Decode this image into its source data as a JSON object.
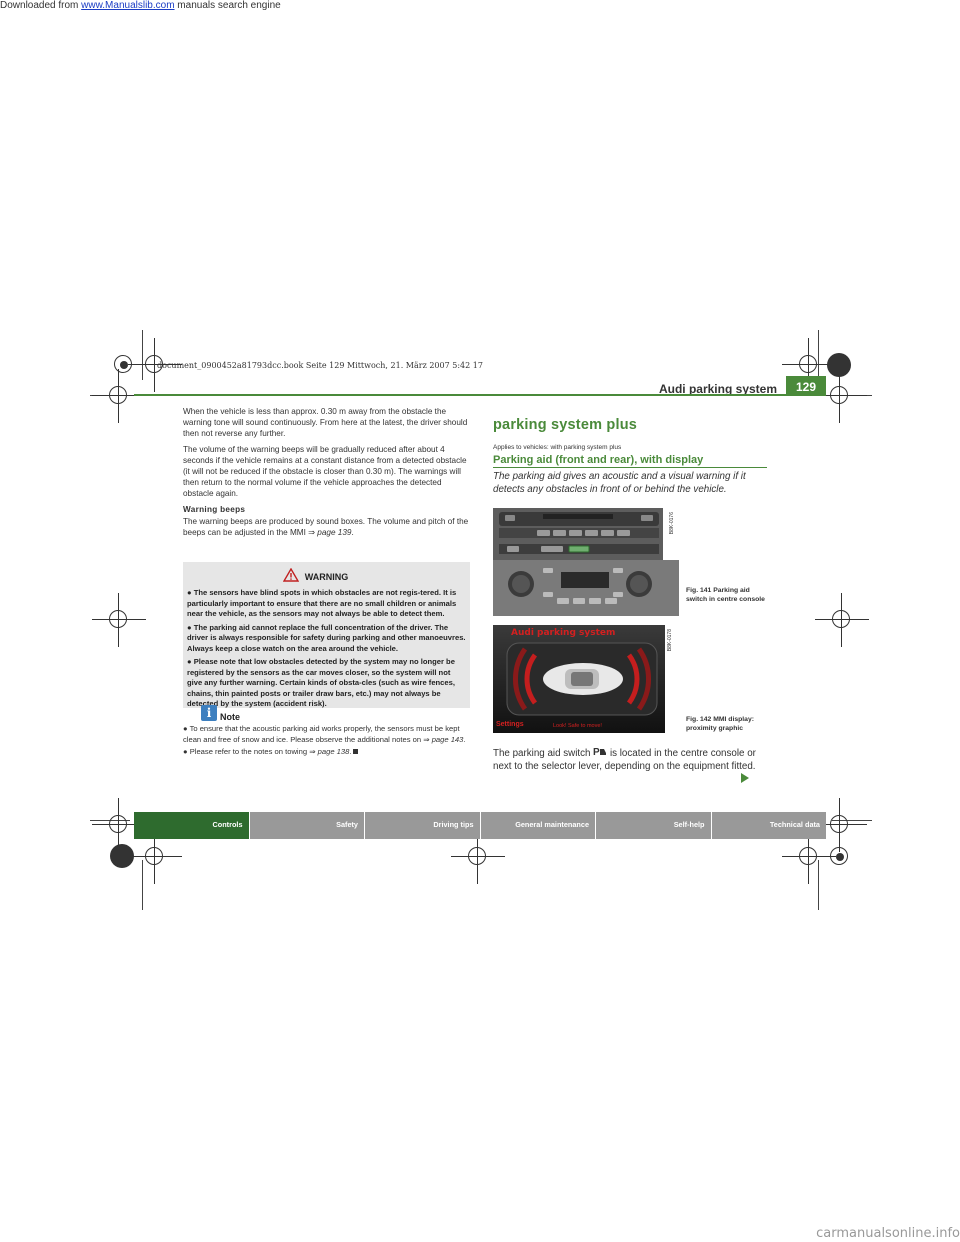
{
  "download_banner": {
    "prefix": "Downloaded from ",
    "link": "www.Manualslib.com",
    "suffix": " manuals search engine"
  },
  "footer_watermark": "carmanualsonline.info",
  "imprint": "document_0900452a81793dcc.book  Seite 129  Mittwoch, 21. März 2007  5:42 17",
  "header": {
    "title": "Audi parking system",
    "page_number": "129"
  },
  "left_column": {
    "para1": "When the vehicle is less than approx. 0.30 m away from the obstacle the warning tone will sound continuously. From here at the latest, the driver should then not reverse any further.",
    "para2": "The volume of the warning beeps will be gradually reduced after about 4 seconds if the vehicle remains at a constant distance from a detected obstacle (it will not be reduced if the obstacle is closer than 0.30 m). The warnings will then return to the normal volume if the vehicle approaches the detected obstacle again.",
    "subheading": "Warning beeps",
    "para3": "The warning beeps are produced by sound boxes. The volume and pitch of the beeps can be adjusted in the MMI",
    "para3_xref": "⇒ page 139",
    "para3_end": "."
  },
  "warning": {
    "title": "WARNING",
    "items": [
      "The sensors have blind spots in which obstacles are not regis-tered. It is particularly important to ensure that there are no small children or animals near the vehicle, as the sensors may not always be able to detect them.",
      "The parking aid cannot replace the full concentration of the driver. The driver is always responsible for safety during parking and other manoeuvres. Always keep a close watch on the area around the vehicle.",
      "Please note that low obstacles detected by the system may no longer be registered by the sensors as the car moves closer, so the system will not give any further warning. Certain kinds of obsta-cles (such as wire fences, chains, thin painted posts or trailer draw bars, etc.) may not always be detected by the system (accident risk)."
    ]
  },
  "note": {
    "title": "Note",
    "item1": "To ensure that the acoustic parking aid works properly, the sensors must be kept clean and free of snow and ice. Please observe the additional notes on",
    "item1_xref": "⇒ page 143",
    "item1_end": ".",
    "item2": "Please refer to the notes on towing",
    "item2_xref": "⇒ page 138",
    "item2_end": "."
  },
  "right_column": {
    "heading": "parking system plus",
    "applies": "Applies to vehicles: with parking system plus",
    "subheading": "Parking aid (front and rear), with display",
    "intro": "The parking aid gives an acoustic and a visual warning if it detects any obstacles in front of or behind the vehicle.",
    "fig1_caption": "Fig. 141  Parking aid switch in centre console",
    "fig1_code": "B8K-0176",
    "fig2_caption": "Fig. 142  MMI display: proximity graphic",
    "fig2_code": "B8K-0178",
    "mmi_title": "Audi parking system",
    "mmi_settings": "Settings",
    "mmi_status": "Look! Safe to move!",
    "body_before": "The parking aid switch",
    "body_after": "is located in the centre console or next to the selector lever, depending on the equipment fitted."
  },
  "tabs": [
    "Controls",
    "Safety",
    "Driving tips",
    "General maintenance",
    "Self-help",
    "Technical data"
  ],
  "colors": {
    "accent": "#4a8a3a",
    "active_tab": "#2e6b2e",
    "inactive_tab": "#999999",
    "warning_bg": "#e6e6e6"
  }
}
